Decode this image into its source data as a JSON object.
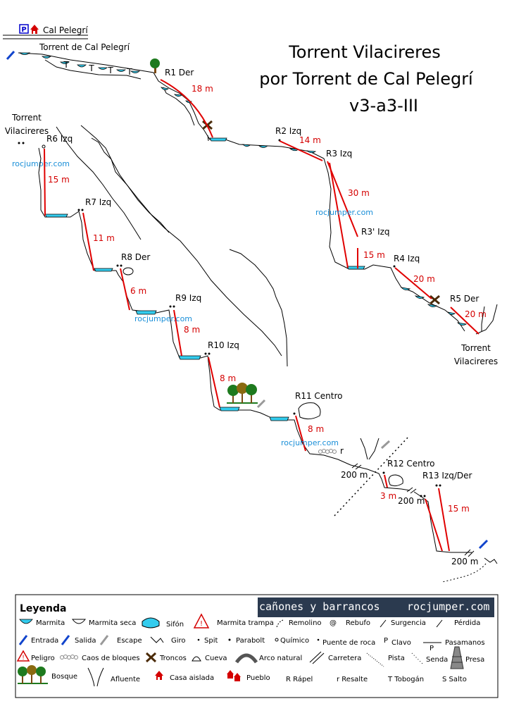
{
  "title": {
    "line1": "Torrent Vilacireres",
    "line2": "por Torrent de Cal Pelegrí",
    "line3": "v3-a3-III"
  },
  "places": {
    "start_house": "Cal Pelegrí",
    "start_torrent": "Torrent de Cal Pelegrí",
    "junction_top_l1": "Torrent",
    "junction_top_l2": "Vilacireres",
    "junction_right_l1": "Torrent",
    "junction_right_l2": "Vilacireres",
    "parking_letter": "P"
  },
  "toboggans": [
    "T",
    "T",
    "T",
    "T"
  ],
  "rappels": [
    {
      "id": "R1",
      "label": "R1 Der",
      "length": "18 m"
    },
    {
      "id": "R2",
      "label": "R2 Izq",
      "length": "14 m"
    },
    {
      "id": "R3",
      "label": "R3 Izq",
      "length": "30 m"
    },
    {
      "id": "R3b",
      "label": "R3' Izq",
      "length": "15 m"
    },
    {
      "id": "R4",
      "label": "R4 Izq",
      "length": "20 m"
    },
    {
      "id": "R5",
      "label": "R5 Der",
      "length": "20 m"
    },
    {
      "id": "R6",
      "label": "R6 Izq",
      "length": "15 m"
    },
    {
      "id": "R7",
      "label": "R7 Izq",
      "length": "11 m"
    },
    {
      "id": "R8",
      "label": "R8 Der",
      "length": "6 m"
    },
    {
      "id": "R9",
      "label": "R9 Izq",
      "length": "8 m"
    },
    {
      "id": "R10",
      "label": "R10 Izq",
      "length": "8 m"
    },
    {
      "id": "R11",
      "label": "R11 Centro",
      "length": "8 m"
    },
    {
      "id": "R12",
      "label": "R12 Centro",
      "length": "3 m"
    },
    {
      "id": "R13",
      "label": "R13 Izq/Der",
      "length": "15 m"
    }
  ],
  "walks": [
    "200 m",
    "200 m",
    "200 m"
  ],
  "resalte_letter": "r",
  "watermark": "rocjumper.com",
  "legend": {
    "heading": "Leyenda",
    "brand_left": "cañones y barrancos",
    "brand_right": "rocjumper.com",
    "row1": [
      "Marmita",
      "Marmita seca",
      "Sifón",
      "Marmita trampa",
      "Remolino",
      "Rebufo",
      "Surgencia",
      "Pérdida"
    ],
    "row2": [
      "Entrada",
      "Salida",
      "Escape",
      "Giro",
      "Spit",
      "Parabolt",
      "Químico",
      "Puente de roca",
      "Clavo",
      "Pasamanos"
    ],
    "row3": [
      "Peligro",
      "Caos de bloques",
      "Troncos",
      "Cueva",
      "Arco natural",
      "Carretera",
      "Pista",
      "Senda",
      "Presa"
    ],
    "row4": [
      "Bosque",
      "Afluente",
      "Casa aislada",
      "Pueblo",
      "R Rápel",
      "r Resalte",
      "T Tobogán",
      "S Salto"
    ],
    "symbols": {
      "rebufo": "@",
      "pasamanos_p": "P",
      "clavo_p": "P"
    }
  },
  "colors": {
    "rope": "#e00000",
    "water": "#33ccee",
    "watermark": "#1a8fd8",
    "distance_text": "#d40000",
    "brand_bg": "#2b3a4f"
  }
}
